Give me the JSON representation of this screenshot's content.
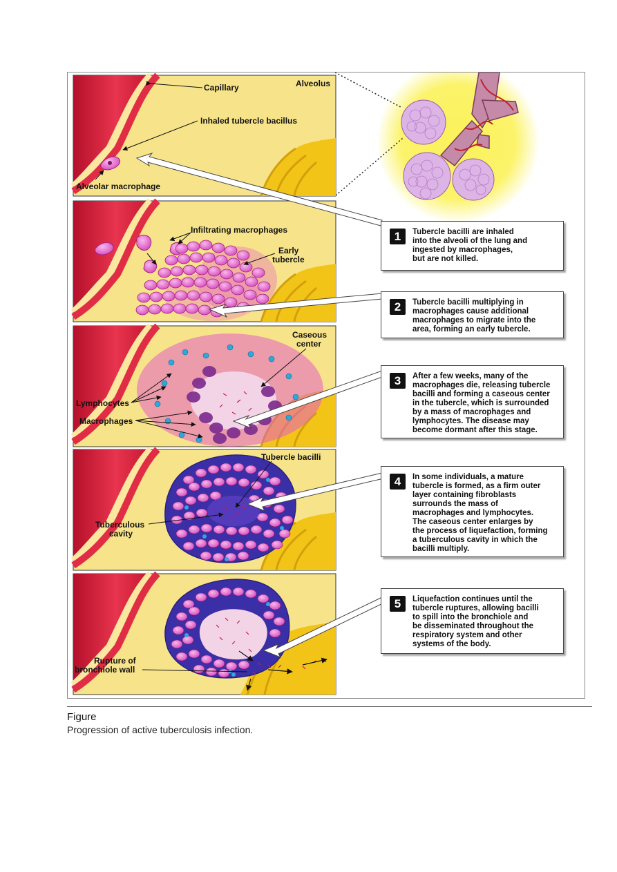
{
  "panels": {
    "p1": {
      "capillary": "Capillary",
      "alveolus": "Alveolus",
      "inhaled": "Inhaled tubercle bacillus",
      "alveolar_macrophage": "Alveolar macrophage"
    },
    "p2": {
      "infiltrating": "Infiltrating macrophages",
      "early_line1": "Early",
      "early_line2": "tubercle"
    },
    "p3": {
      "caseous_line1": "Caseous",
      "caseous_line2": "center",
      "lymphocytes": "Lymphocytes",
      "macrophages": "Macrophages"
    },
    "p4": {
      "tubercle_bacilli": "Tubercle bacilli",
      "cavity_line1": "Tuberculous",
      "cavity_line2": "cavity"
    },
    "p5": {
      "rupture_line1": "Rupture of",
      "rupture_line2": "bronchiole wall"
    }
  },
  "steps": [
    {
      "number": "1",
      "text": "Tubercle bacilli are inhaled\ninto the alveoli of the lung and\ningested by macrophages,\nbut are not killed."
    },
    {
      "number": "2",
      "text": "Tubercle bacilli multiplying in\nmacrophages cause additional\nmacrophages to migrate into the\narea, forming an early tubercle."
    },
    {
      "number": "3",
      "text": "After a few weeks, many of the\nmacrophages die, releasing tubercle\nbacilli and forming a caseous center\nin the tubercle, which is surrounded\nby a mass of macrophages and\nlymphocytes. The disease may\nbecome dormant after this stage."
    },
    {
      "number": "4",
      "text": "In some individuals, a mature\ntubercle is formed, as a firm outer\nlayer containing fibroblasts\nsurrounds the mass of\nmacrophages and lymphocytes.\nThe caseous center enlarges by\nthe process of liquefaction, forming\na tuberculous cavity in which the\nbacilli multiply."
    },
    {
      "number": "5",
      "text": "Liquefaction continues until the\ntubercle ruptures, allowing bacilli\nto spill into the bronchiole and\nbe disseminated throughout the\nrespiratory system and other\nsystems of the body."
    }
  ],
  "caption": {
    "title": "Figure",
    "text": "Progression of active tuberculosis infection."
  },
  "colors": {
    "panel_bg": "#f7e48a",
    "capillary": "#d91f3a",
    "macrophage": "#e35fc7",
    "dead_macrophage": "#7b2a8e",
    "lymphocyte": "#2fa7d8",
    "fibrous_wall": "#3b2fa8",
    "bronchiole_wall": "#f2c418",
    "lung_glow": "#fbf25a"
  }
}
